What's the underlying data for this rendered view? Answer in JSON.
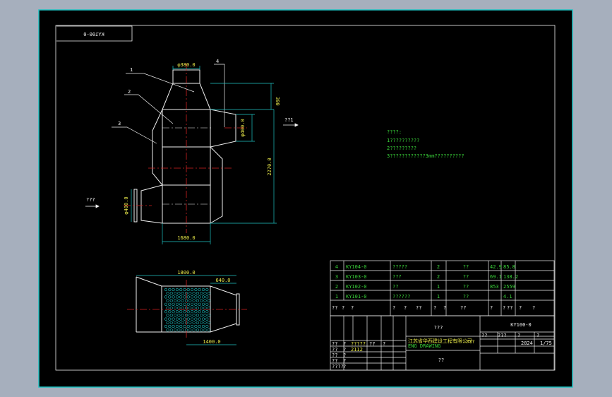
{
  "drawing": {
    "code_box": "KY100-0",
    "labels": [
      "1",
      "2",
      "3",
      "4"
    ],
    "dims": {
      "top_width": "φ380.0",
      "top_height": "300",
      "side_nozzle": "φ400.0",
      "total_height": "2270.0",
      "left_nozzle": "φ400.0",
      "body_width": "1680.0",
      "plan_width": "1800.0",
      "plan_right": "640.0",
      "plan_bottom": "1400.0"
    },
    "flow_in": "??1",
    "flow_out": "???",
    "notes": [
      "????:",
      "1??????????",
      "2?????????",
      "3????????????3mm??????????"
    ]
  },
  "parts_list": {
    "rows": [
      {
        "no": "4",
        "code": "KY104-0",
        "name": "?????",
        "qty": "2",
        "mat": "??",
        "w1": "42.9",
        "w2": "85.8"
      },
      {
        "no": "3",
        "code": "KY103-0",
        "name": "???",
        "qty": "2",
        "mat": "??",
        "w1": "69.1",
        "w2": "138.2"
      },
      {
        "no": "2",
        "code": "KY102-0",
        "name": "??",
        "qty": "1",
        "mat": "??",
        "w1": "853",
        "w2": "2559"
      },
      {
        "no": "1",
        "code": "KY101-0",
        "name": "??????",
        "qty": "1",
        "mat": "??",
        "w1": "",
        "w2": "4.1"
      }
    ],
    "header": [
      "??",
      "?",
      "?",
      "?",
      "?",
      "??",
      "?",
      "?",
      "??",
      "?",
      "?",
      "??",
      "?",
      "?"
    ]
  },
  "title_block": {
    "title": "???",
    "code": "KY100-0",
    "company": "江苏省华西建设工程有限公司",
    "company_sub": "ENG DRAWING",
    "sheet_label": "???",
    "cells": [
      "??",
      "???",
      "?",
      "?",
      "2824",
      "1/75"
    ],
    "left_rows": [
      [
        "??",
        "?",
        "?????",
        "??",
        "?"
      ],
      [
        "??",
        "?",
        "2112"
      ],
      [
        "??",
        "?"
      ],
      [
        "??",
        "?"
      ],
      [
        "????",
        "?"
      ]
    ],
    "bottom": "??"
  }
}
